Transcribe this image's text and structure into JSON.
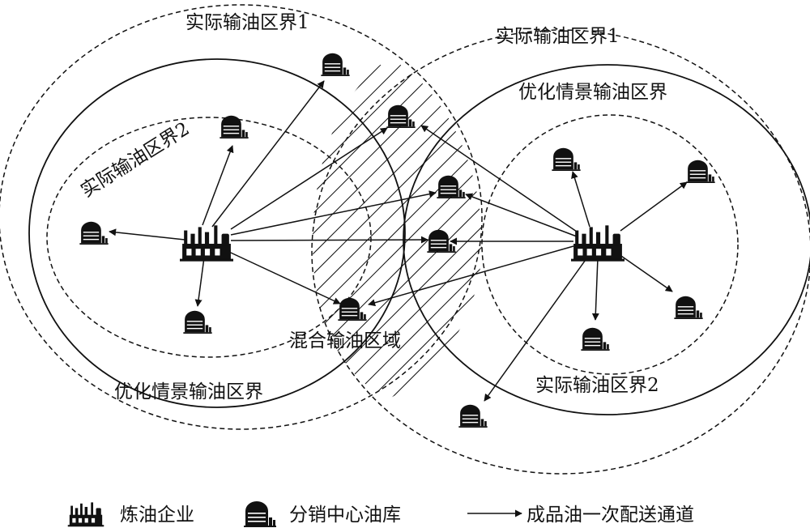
{
  "left": {
    "outer_boundary_label": "实际输油区界1",
    "middle_boundary_label": "优化情景输油区界",
    "inner_boundary_label": "实际输油区界2"
  },
  "right": {
    "outer_boundary_label": "实际输油区界1",
    "middle_boundary_label": "优化情景输油区界",
    "inner_boundary_label": "实际输油区界2"
  },
  "mixed_zone_label": "混合输油区域",
  "legend": {
    "refinery_label": "炼油企业",
    "depot_label": "分销中心油库",
    "channel_label": "成品油一次配送通道"
  },
  "colors": {
    "stroke": "#111111",
    "background": "#ffffff"
  },
  "icons": {
    "refinery": "refinery-icon",
    "depot": "oil-depot-icon",
    "arrow": "arrow-icon"
  }
}
